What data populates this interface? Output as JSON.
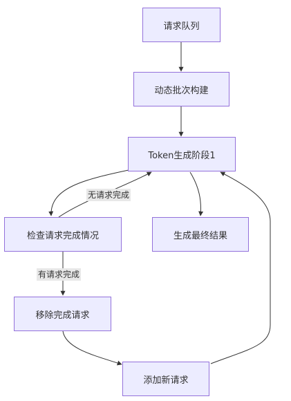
{
  "diagram": {
    "nodes": {
      "queue": "请求队列",
      "batch": "动态批次构建",
      "token": "Token生成阶段1",
      "check": "检查请求完成情况",
      "result": "生成最终结果",
      "remove": "移除完成请求",
      "add": "添加新请求"
    },
    "edge_labels": {
      "none_done": "无请求完成",
      "some_done": "有请求完成"
    },
    "colors": {
      "node_fill": "#ececff",
      "node_stroke": "#9370db",
      "edge": "#333333",
      "label_bg": "#e8e8e8"
    }
  }
}
